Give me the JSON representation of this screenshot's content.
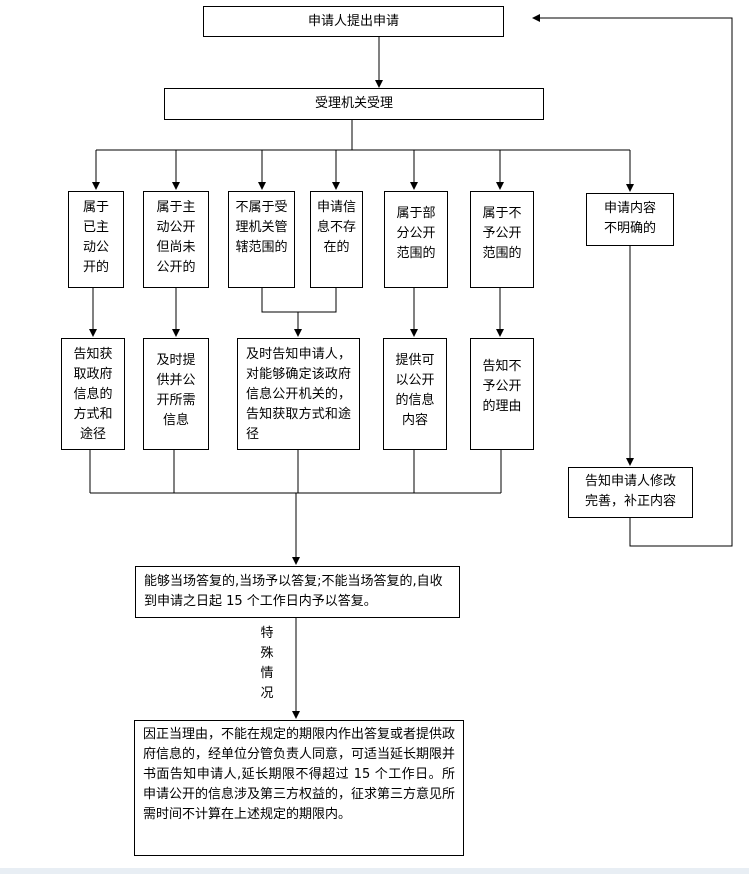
{
  "diagram": {
    "start": "申请人提出申请",
    "accept": "受理机关受理",
    "categories": {
      "published": "属于已主动公开的",
      "unpublished": "属于主动公开但尚未公开的",
      "not_in_scope": "不属于受理机关管辖范围的",
      "not_exist": "申请信息不存在的",
      "partial": "属于部分公开范围的",
      "not_public": "属于不予公开范围的",
      "unclear": "申请内容不明确的"
    },
    "actions": {
      "tell_method": "告知获取政府信息的方式和途径",
      "provide_info": "及时提供并公开所需信息",
      "tell_agency": "及时告知申请人，对能够确定该政府信息公开机关的，告知获取方式和途径",
      "provide_partial": "提供可以公开的信息内容",
      "tell_reason": "告知不予公开的理由",
      "tell_amend": "告知申请人修改完善，补正内容"
    },
    "reply": "能够当场答复的,当场予以答复;不能当场答复的,自收到申请之日起 15 个工作日内予以答复。",
    "special_label": "特殊情况",
    "extension": "因正当理由，不能在规定的期限内作出答复或者提供政府信息的，经单位分管负责人同意，可适当延长期限并书面告知申请人,延长期限不得超过 15 个工作日。所申请公开的信息涉及第三方权益的，征求第三方意见所需时间不计算在上述规定的期限内。"
  }
}
